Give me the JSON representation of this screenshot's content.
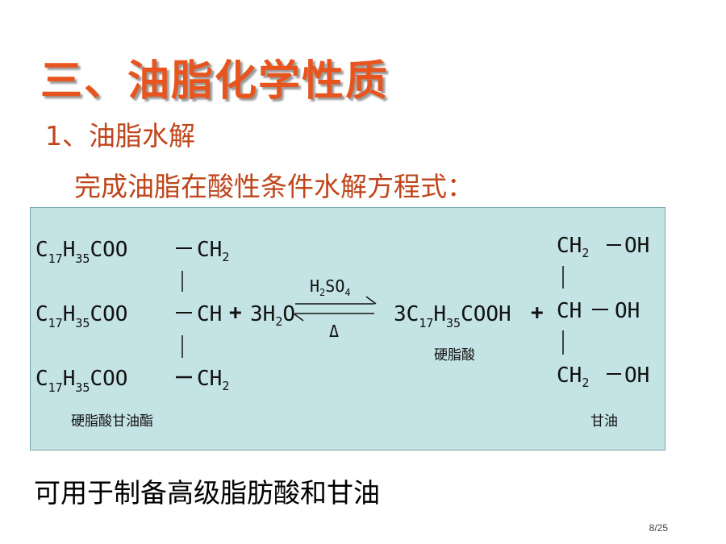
{
  "slide": {
    "title": "三、油脂化学性质",
    "subtitle": "1、油脂水解",
    "instruction": "完成油脂在酸性条件水解方程式：",
    "bottom_text": "可用于制备高级脂肪酸和甘油",
    "page_number": "8/25"
  },
  "equation": {
    "reactant_chain_prefix": "C",
    "reactant_chain_sub1": "17",
    "reactant_chain_mid": "H",
    "reactant_chain_sub2": "35",
    "reactant_chain_suffix": "COO",
    "ch2": "CH",
    "ch2_sub": "2",
    "ch": "CH",
    "plus": "+",
    "water_pre": "3H",
    "water_sub": "2",
    "water_post": "O",
    "catalyst_pre": "H",
    "catalyst_sub1": "2",
    "catalyst_mid": "SO",
    "catalyst_sub2": "4",
    "heat": "Δ",
    "acid_pre": "3C",
    "acid_sub1": "17",
    "acid_mid": "H",
    "acid_sub2": "35",
    "acid_post": "COOH",
    "oh": "OH",
    "reactant_name": "硬脂酸甘油酯",
    "acid_name": "硬脂酸",
    "glycerol_name": "甘油"
  },
  "colors": {
    "title": "#e8541e",
    "text_red": "#c0451a",
    "box_bg": "#c4e3e4"
  }
}
